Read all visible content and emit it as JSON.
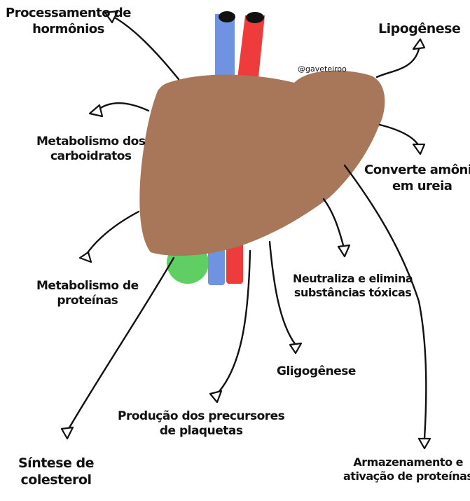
{
  "watermark": "@gaveteiroo",
  "colors": {
    "liver": "#a87658",
    "vein": "#6f93e0",
    "artery": "#ee3b3b",
    "gallbladder": "#5fcf63",
    "line": "#111111"
  },
  "labels": {
    "hormones_line1": "Processamento de",
    "hormones_line2": "hormônios",
    "carbs_line1": "Metabolismo dos",
    "carbs_line2": "carboidratos",
    "proteins_line1": "Metabolismo de",
    "proteins_line2": "proteínas",
    "cholesterol_line1": "Síntese de",
    "cholesterol_line2": "colesterol",
    "platelets_line1": "Produção dos precursores",
    "platelets_line2": "de plaquetas",
    "glycogen": "Gligogênese",
    "toxins_line1": "Neutraliza e elimina",
    "toxins_line2": "substâncias tóxicas",
    "storage_line1": "Armazenamento e",
    "storage_line2": "ativação de proteínas",
    "ammonia_line1": "Converte amônio",
    "ammonia_line2": "em ureia",
    "lipogenesis": "Lipogênese"
  }
}
